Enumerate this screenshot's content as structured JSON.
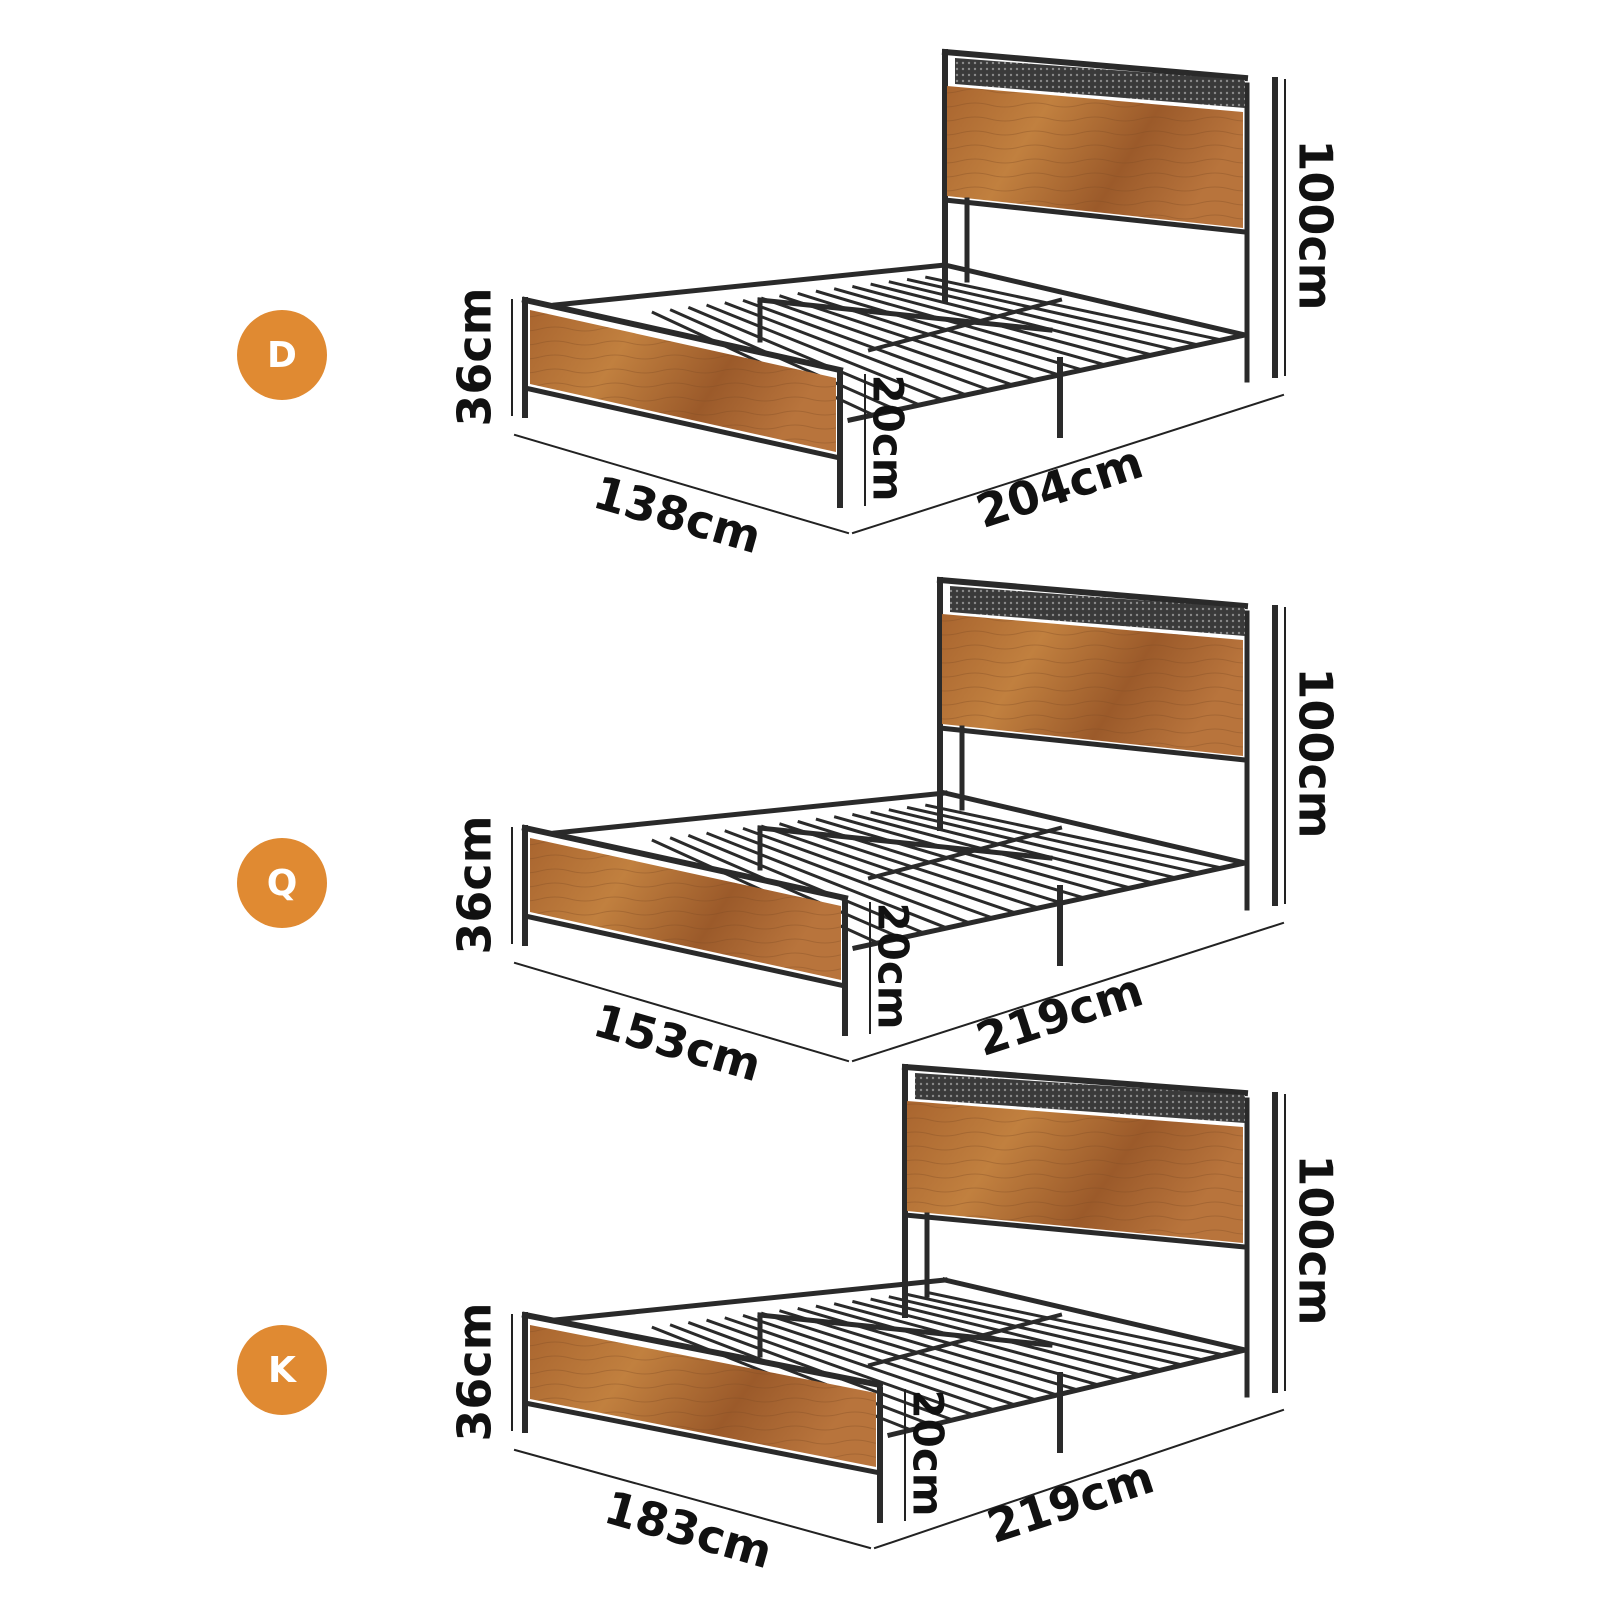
{
  "colors": {
    "badge": "#E08A32",
    "wood_light": "#B8743C",
    "wood_dark": "#7E4A22",
    "metal": "#2A2A2A",
    "dimension_line": "#222222"
  },
  "variants": [
    {
      "badge": "D",
      "headboard_height": "100cm",
      "footboard_height": "36cm",
      "clearance": "20cm",
      "width": "138cm",
      "length": "204cm"
    },
    {
      "badge": "Q",
      "headboard_height": "100cm",
      "footboard_height": "36cm",
      "clearance": "20cm",
      "width": "153cm",
      "length": "219cm"
    },
    {
      "badge": "K",
      "headboard_height": "100cm",
      "footboard_height": "36cm",
      "clearance": "20cm",
      "width": "183cm",
      "length": "219cm"
    }
  ]
}
